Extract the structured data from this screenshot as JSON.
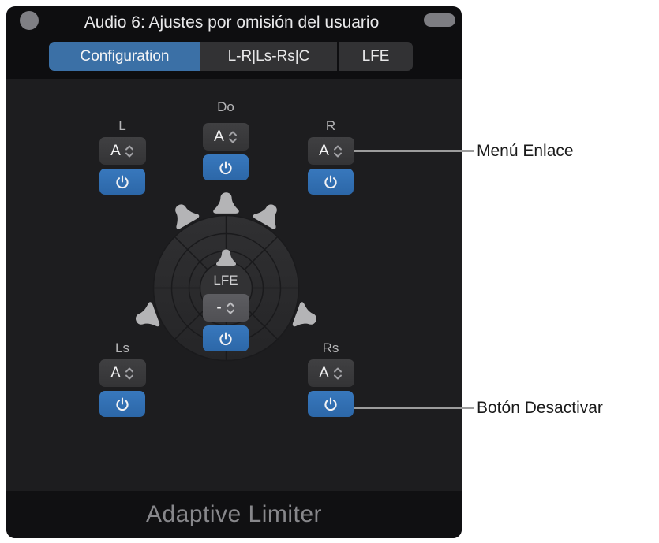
{
  "window": {
    "title": "Audio 6: Ajustes por omisión del usuario",
    "footer": "Adaptive Limiter",
    "tabs": [
      {
        "label": "Configuration",
        "selected": true
      },
      {
        "label": "L-R|Ls-Rs|C",
        "selected": false
      },
      {
        "label": "LFE",
        "selected": false
      }
    ]
  },
  "channels": [
    {
      "id": "l",
      "label": "L",
      "link": "A",
      "enabled": true
    },
    {
      "id": "do",
      "label": "Do",
      "link": "A",
      "enabled": true
    },
    {
      "id": "r",
      "label": "R",
      "link": "A",
      "enabled": true
    },
    {
      "id": "ls",
      "label": "Ls",
      "link": "A",
      "enabled": true
    },
    {
      "id": "rs",
      "label": "Rs",
      "link": "A",
      "enabled": true
    },
    {
      "id": "lfe",
      "label": "LFE",
      "link": "-",
      "enabled": true
    }
  ],
  "annotations": {
    "link_menu": "Menú Enlace",
    "disable_button": "Botón Desactivar"
  },
  "icons": {
    "power": "power-icon",
    "stepper": "up-down-chevrons-icon",
    "speaker": "speaker-icon",
    "close": "close-circle-icon",
    "lozenge": "lozenge-icon"
  },
  "colors": {
    "accent_blue_button": "#2f6fb3",
    "tab_selected_blue": "#3b70a6",
    "content_bg": "#1d1d1f",
    "header_bg": "#0e0e10",
    "menu_bg": "#3b3b3d",
    "lfe_menu_bg": "#57575b",
    "footer_text": "#87878b",
    "channel_label": "#b4b4b6",
    "callout_line": "#9c9c9c",
    "annotation_text": "#1a1a1a"
  }
}
